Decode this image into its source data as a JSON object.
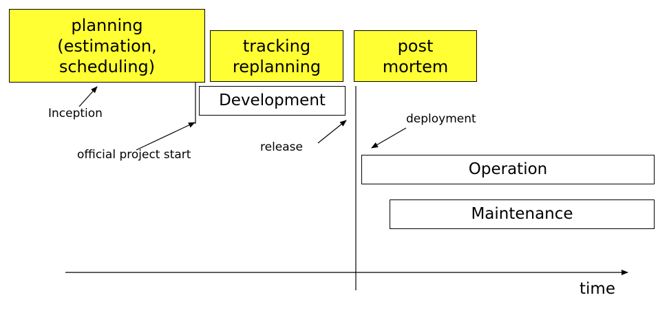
{
  "phases": {
    "planning": {
      "line1": "planning",
      "line2": "(estimation,",
      "line3": "scheduling)"
    },
    "tracking": {
      "line1": "tracking",
      "line2": "replanning"
    },
    "postmortem": {
      "line1": "post",
      "line2": "mortem"
    }
  },
  "activities": {
    "development": "Development",
    "operation": "Operation",
    "maintenance": "Maintenance"
  },
  "annotations": {
    "inception": "Inception",
    "official_start": "official project start",
    "release": "release",
    "deployment": "deployment"
  },
  "axis": {
    "label": "time"
  },
  "colors": {
    "phase_fill": "#ffff33",
    "outline": "#000000"
  }
}
